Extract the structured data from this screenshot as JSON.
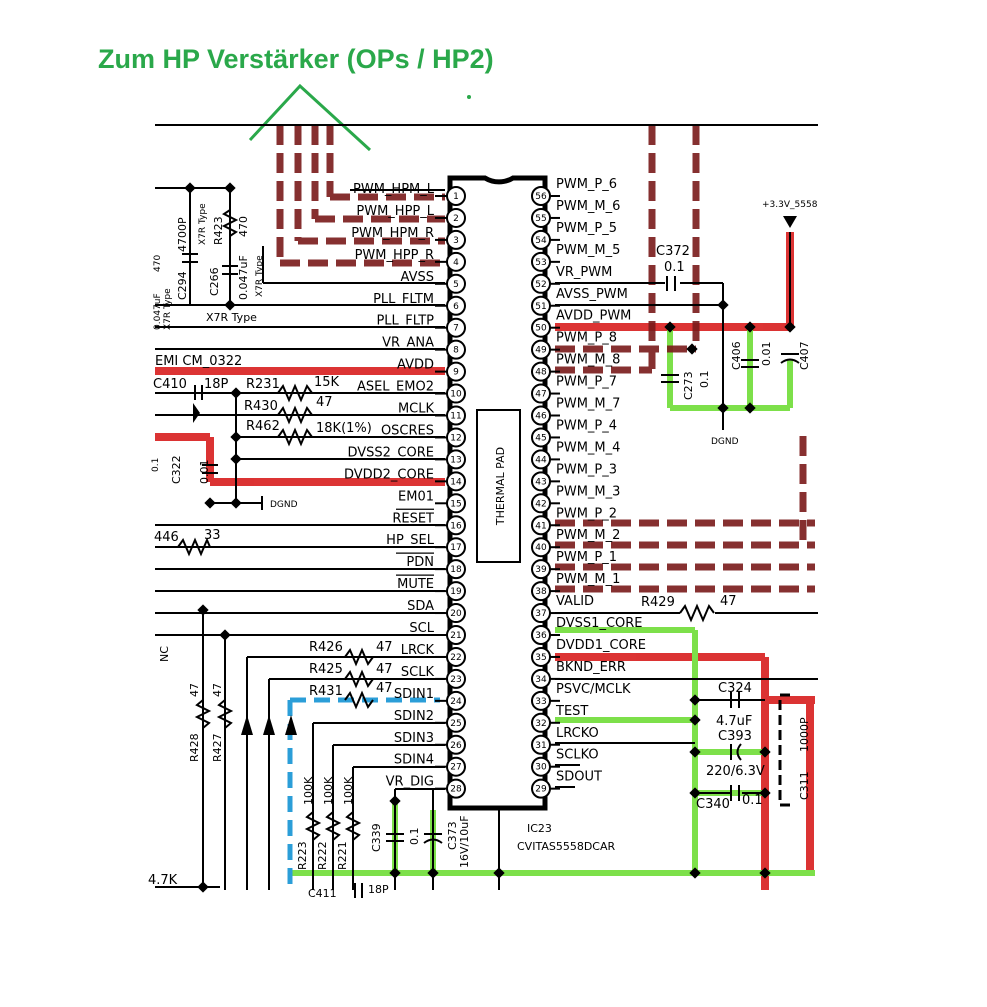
{
  "header": {
    "title": "Zum HP Verstärker (OPs / HP2)"
  },
  "colors": {
    "header_green": "#2aa84a",
    "power_red": "#d81e1e",
    "pwm_dark_red": "#7a1a1a",
    "ground_green": "#7de04a",
    "dashed_blue": "#2b9ed8"
  },
  "ic": {
    "ref": "IC23",
    "part": "CVITAS5558DCAR",
    "pad_label": "THERMAL PAD",
    "left_pins": [
      {
        "num": "1",
        "name": "PWM_HPM_L"
      },
      {
        "num": "2",
        "name": "PWM_HPP_L"
      },
      {
        "num": "3",
        "name": "PWM_HPM_R"
      },
      {
        "num": "4",
        "name": "PWM_HPP_R"
      },
      {
        "num": "5",
        "name": "AVSS"
      },
      {
        "num": "6",
        "name": "PLL_FLTM"
      },
      {
        "num": "7",
        "name": "PLL_FLTP"
      },
      {
        "num": "8",
        "name": "VR_ANA"
      },
      {
        "num": "9",
        "name": "AVDD"
      },
      {
        "num": "10",
        "name": "ASEL_EMO2"
      },
      {
        "num": "11",
        "name": "MCLK"
      },
      {
        "num": "12",
        "name": "OSCRES"
      },
      {
        "num": "13",
        "name": "DVSS2_CORE"
      },
      {
        "num": "14",
        "name": "DVDD2_CORE"
      },
      {
        "num": "15",
        "name": "EM01"
      },
      {
        "num": "16",
        "name": "RESET"
      },
      {
        "num": "17",
        "name": "HP_SEL"
      },
      {
        "num": "18",
        "name": "PDN"
      },
      {
        "num": "19",
        "name": "MUTE"
      },
      {
        "num": "20",
        "name": "SDA"
      },
      {
        "num": "21",
        "name": "SCL"
      },
      {
        "num": "22",
        "name": "LRCK"
      },
      {
        "num": "23",
        "name": "SCLK"
      },
      {
        "num": "24",
        "name": "SDIN1"
      },
      {
        "num": "25",
        "name": "SDIN2"
      },
      {
        "num": "26",
        "name": "SDIN3"
      },
      {
        "num": "27",
        "name": "SDIN4"
      },
      {
        "num": "28",
        "name": "VR_DIG"
      }
    ],
    "right_pins": [
      {
        "num": "56",
        "name": "PWM_P_6"
      },
      {
        "num": "55",
        "name": "PWM_M_6"
      },
      {
        "num": "54",
        "name": "PWM_P_5"
      },
      {
        "num": "53",
        "name": "PWM_M_5"
      },
      {
        "num": "52",
        "name": "VR_PWM"
      },
      {
        "num": "51",
        "name": "AVSS_PWM"
      },
      {
        "num": "50",
        "name": "AVDD_PWM"
      },
      {
        "num": "49",
        "name": "PWM_P_8"
      },
      {
        "num": "48",
        "name": "PWM_M_8"
      },
      {
        "num": "47",
        "name": "PWM_P_7"
      },
      {
        "num": "46",
        "name": "PWM_M_7"
      },
      {
        "num": "45",
        "name": "PWM_P_4"
      },
      {
        "num": "44",
        "name": "PWM_M_4"
      },
      {
        "num": "43",
        "name": "PWM_P_3"
      },
      {
        "num": "42",
        "name": "PWM_M_3"
      },
      {
        "num": "41",
        "name": "PWM_P_2"
      },
      {
        "num": "40",
        "name": "PWM_M_2"
      },
      {
        "num": "39",
        "name": "PWM_P_1"
      },
      {
        "num": "38",
        "name": "PWM_M_1"
      },
      {
        "num": "37",
        "name": "VALID"
      },
      {
        "num": "36",
        "name": "DVSS1_CORE"
      },
      {
        "num": "35",
        "name": "DVDD1_CORE"
      },
      {
        "num": "34",
        "name": "BKND_ERR"
      },
      {
        "num": "33",
        "name": "PSVC/MCLK"
      },
      {
        "num": "32",
        "name": "TEST"
      },
      {
        "num": "31",
        "name": "LRCKO"
      },
      {
        "num": "30",
        "name": "SCLKO"
      },
      {
        "num": "29",
        "name": "SDOUT"
      }
    ]
  },
  "components": {
    "c294": "C294",
    "c294_val": "4700P",
    "c294_type": "X7R Type",
    "r423": "R423",
    "r423_val": "470",
    "c266": "C266",
    "c266_val": "0.047uF",
    "c266_type": "X7R Type",
    "x7r_bottom": "X7R Type",
    "emi": "EMI CM_0322",
    "c410": "C410",
    "c410_val": "18P",
    "r231": "R231",
    "r231_val": "15K",
    "r430": "R430",
    "r430_val": "47",
    "r462": "R462",
    "r462_val": "18K(1%)",
    "c322": "C322",
    "c322_val": "0.01",
    "c322_val2": "0.1",
    "dgnd_left": "DGND",
    "r446": "446",
    "r446_val": "33",
    "nc": "NC",
    "r428": "R428",
    "r428_val": "47",
    "r427": "R427",
    "r427_val": "47",
    "r426": "R426",
    "r426_val": "47",
    "r425": "R425",
    "r425_val": "47",
    "r431": "R431",
    "r431_val": "47",
    "r223": "R223",
    "r223_val": "100K",
    "r222": "R222",
    "r222_val": "100K",
    "r221": "R221",
    "r221_val": "100K",
    "c339": "C339",
    "c339_val": "0.1",
    "c373": "C373",
    "c373_val": "16V/10uF",
    "r47k": "4.7K",
    "c411": "C411",
    "c411_val": "18P",
    "c372": "C372",
    "c372_val": "0.1",
    "rail": "+3.3V_5558",
    "c273": "C273",
    "c273_val": "0.1",
    "c406": "C406",
    "c406_val": "0.01",
    "c407": "C407",
    "dgnd_right": "DGND",
    "r429": "R429",
    "r429_val": "47",
    "c324": "C324",
    "c324_val": "4.7uF",
    "c393": "C393",
    "c393_val": "220/6.3V",
    "c340": "C340",
    "c340_val": "0.1",
    "c311": "C311",
    "c311_val": "1000P",
    "left_edge_1": "470",
    "left_edge_2": "0.047uF",
    "left_edge_3": "X7R Type",
    "left_edge_4": "0.1"
  }
}
